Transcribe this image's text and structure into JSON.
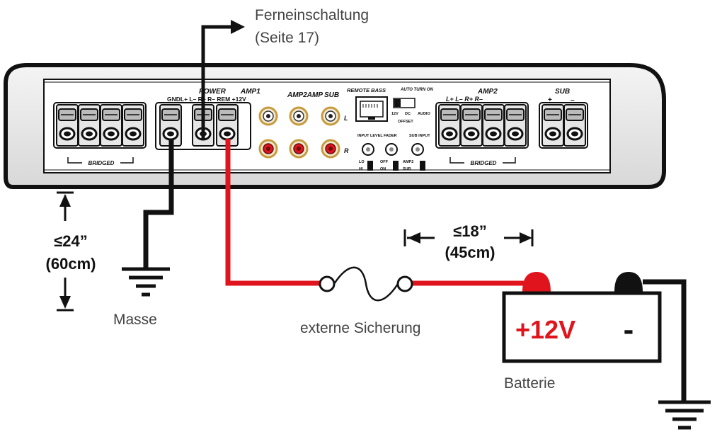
{
  "labels": {
    "remote": "Ferneinschaltung",
    "remote_page": "(Seite 17)",
    "ground": "Masse",
    "fuse": "externe Sicherung",
    "battery": "Batterie",
    "battery_plus": "+12V",
    "battery_minus": "-"
  },
  "dimensions": {
    "height_value": "≤24”",
    "height_metric": "(60cm)",
    "fuse_distance_value": "≤18”",
    "fuse_distance_metric": "(45cm)"
  },
  "amp": {
    "power_title": "POWER",
    "power_terminals": "GNDL+ L– R+ R– REM +12V",
    "amp1_title": "AMP1",
    "amp2amp_label": "AMP2AMP",
    "sub_label": "SUB",
    "rca_left": "L",
    "rca_right": "R",
    "remote_bass": "REMOTE BASS",
    "auto_turn_on": "AUTO TURN ON",
    "switch_12v": "12V",
    "switch_dc": "DC",
    "switch_audio": "AUDIO",
    "offset": "OFFSET",
    "input_level": "INPUT LEVEL",
    "fader": "FADER",
    "sub_input": "SUB INPUT",
    "lo": "LO",
    "hi": "HI",
    "off": "OFF",
    "on": "ON",
    "amp2_small": "AMP2",
    "sub_small": "SUB",
    "bridged": "BRIDGED",
    "amp2_title": "AMP2",
    "amp2_terminals": "L+ L– R+ R–",
    "sub_title": "SUB",
    "sub_plus": "+",
    "sub_minus": "–"
  },
  "colors": {
    "power_wire": "#e0141c",
    "ground_wire": "#111111",
    "battery_plus": "#e0141c"
  }
}
